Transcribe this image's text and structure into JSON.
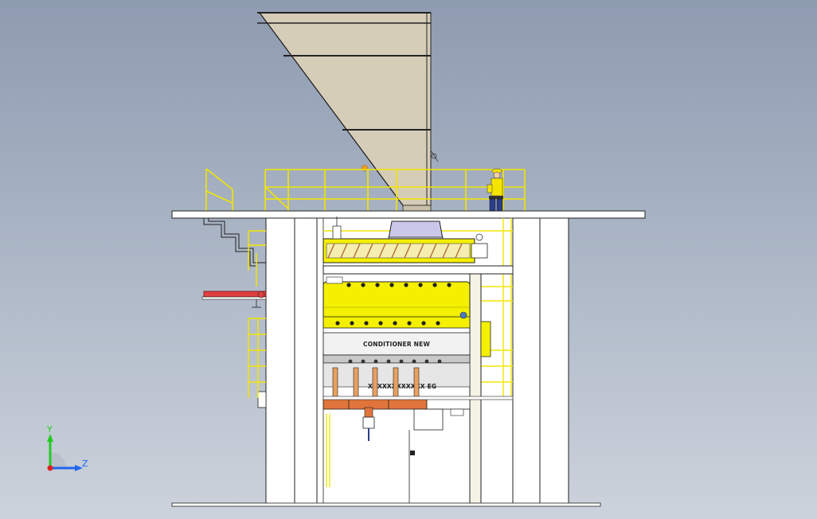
{
  "labels": {
    "conditioner_upper": "CONDITIONER NEW",
    "conditioner_lower": "XXXXXXXXXXXX EG"
  },
  "triad": {
    "y_label": "Y",
    "z_label": "Z",
    "y_color": "#22cc22",
    "z_color": "#2266ee",
    "origin_color": "#dd2222"
  },
  "colors": {
    "background_top": "#8e9bb0",
    "background_bottom": "#cdd3dc",
    "hopper": "#d6cdb8",
    "railing": "#f2e600",
    "machine_body": "#f5f000",
    "structure": "#ffffff",
    "feeder_pipe": "#e0743a",
    "outlet_bar": "#e04040"
  }
}
